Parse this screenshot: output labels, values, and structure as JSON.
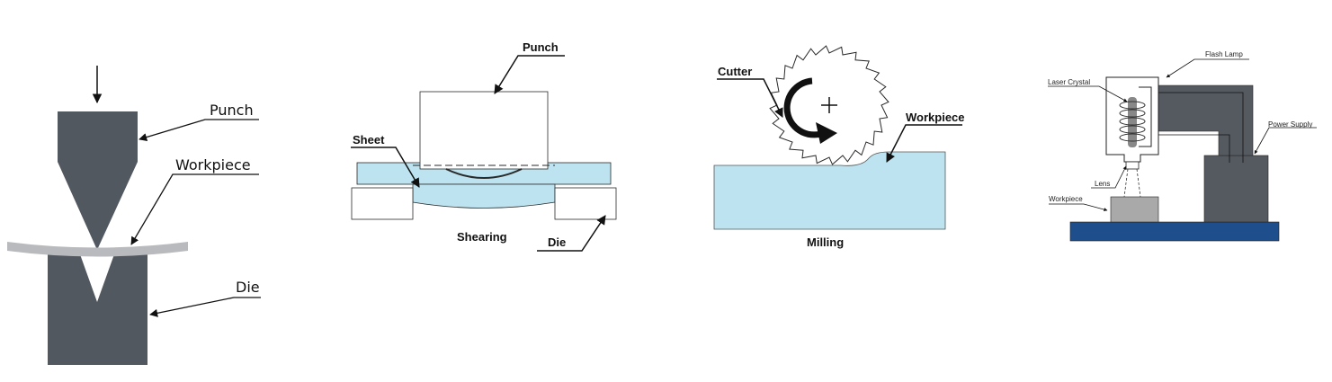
{
  "bending": {
    "punch_label": "Punch",
    "workpiece_label": "Workpiece",
    "die_label": "Die",
    "colors": {
      "tool": "#525860",
      "sheet": "#b8babd"
    }
  },
  "shearing": {
    "punch_label": "Punch",
    "sheet_label": "Sheet",
    "die_label": "Die",
    "caption": "Shearing",
    "colors": {
      "sheet": "#bce3ef",
      "outline": "#2a2a2a"
    }
  },
  "milling": {
    "cutter_label": "Cutter",
    "workpiece_label": "Workpiece",
    "caption": "Milling",
    "colors": {
      "workpiece": "#bce3ef"
    }
  },
  "laser": {
    "flash_lamp_label": "Flash Lamp",
    "laser_crystal_label": "Laser Crystal",
    "power_supply_label": "Power Supply",
    "lens_label": "Lens",
    "workpiece_label": "Workpiece",
    "colors": {
      "housing": "#555a61",
      "base": "#1f4e8c",
      "workpiece": "#a9a9a9",
      "crystal": "#888888"
    }
  }
}
